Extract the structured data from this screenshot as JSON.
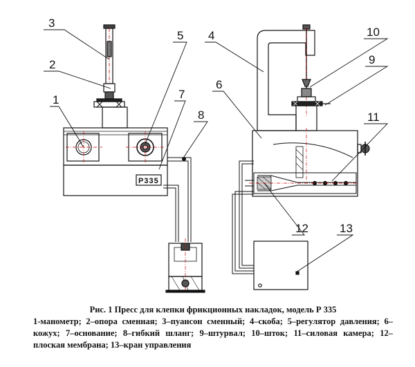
{
  "callouts": [
    "1",
    "2",
    "3",
    "4",
    "5",
    "6",
    "7",
    "8",
    "9",
    "10",
    "11",
    "12",
    "13"
  ],
  "plate_text": "Р335",
  "caption": {
    "title": "Рис. 1 Пресс для клепки фрикционных накладок, модель Р 335",
    "legend": "1-манометр; 2–опора сменная; 3–пуансон сменный; 4–скоба; 5–регулятор давления; 6–кожух; 7–основание; 8–гибкий шланг; 9–штурвал; 10–шток; 11–силовая камера; 12–плоская мембрана; 13–кран управления"
  }
}
